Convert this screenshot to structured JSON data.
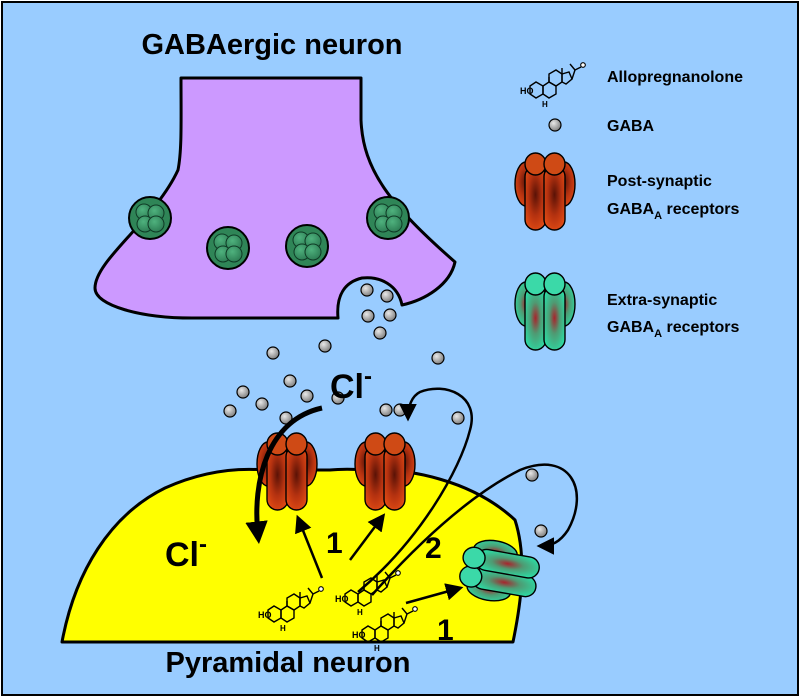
{
  "title_top": "GABAergic neuron",
  "title_bottom": "Pyramidal neuron",
  "ion": {
    "base": "Cl",
    "charge": "-"
  },
  "step_labels": {
    "one_a": "1",
    "two": "2",
    "one_b": "1"
  },
  "molecule": {
    "ho": "HO",
    "h": "H",
    "o": "O"
  },
  "legend": {
    "allopregnanolone": "Allopregnanolone",
    "gaba": "GABA",
    "post_line1": "Post-synaptic",
    "extra_line1": "Extra-synaptic",
    "gaba_a_base": "GABA",
    "gaba_a_sub": "A",
    "receptors": " receptors"
  },
  "colors": {
    "background": "#99ccff",
    "gabaergic_terminal": "#cc99ff",
    "pyramidal_neuron": "#ffff00",
    "vesicle": "#339966",
    "gaba_particle": "#999999",
    "post_synaptic_receptor": "#c0390c",
    "extra_synaptic_receptor": "#2ec79a"
  }
}
